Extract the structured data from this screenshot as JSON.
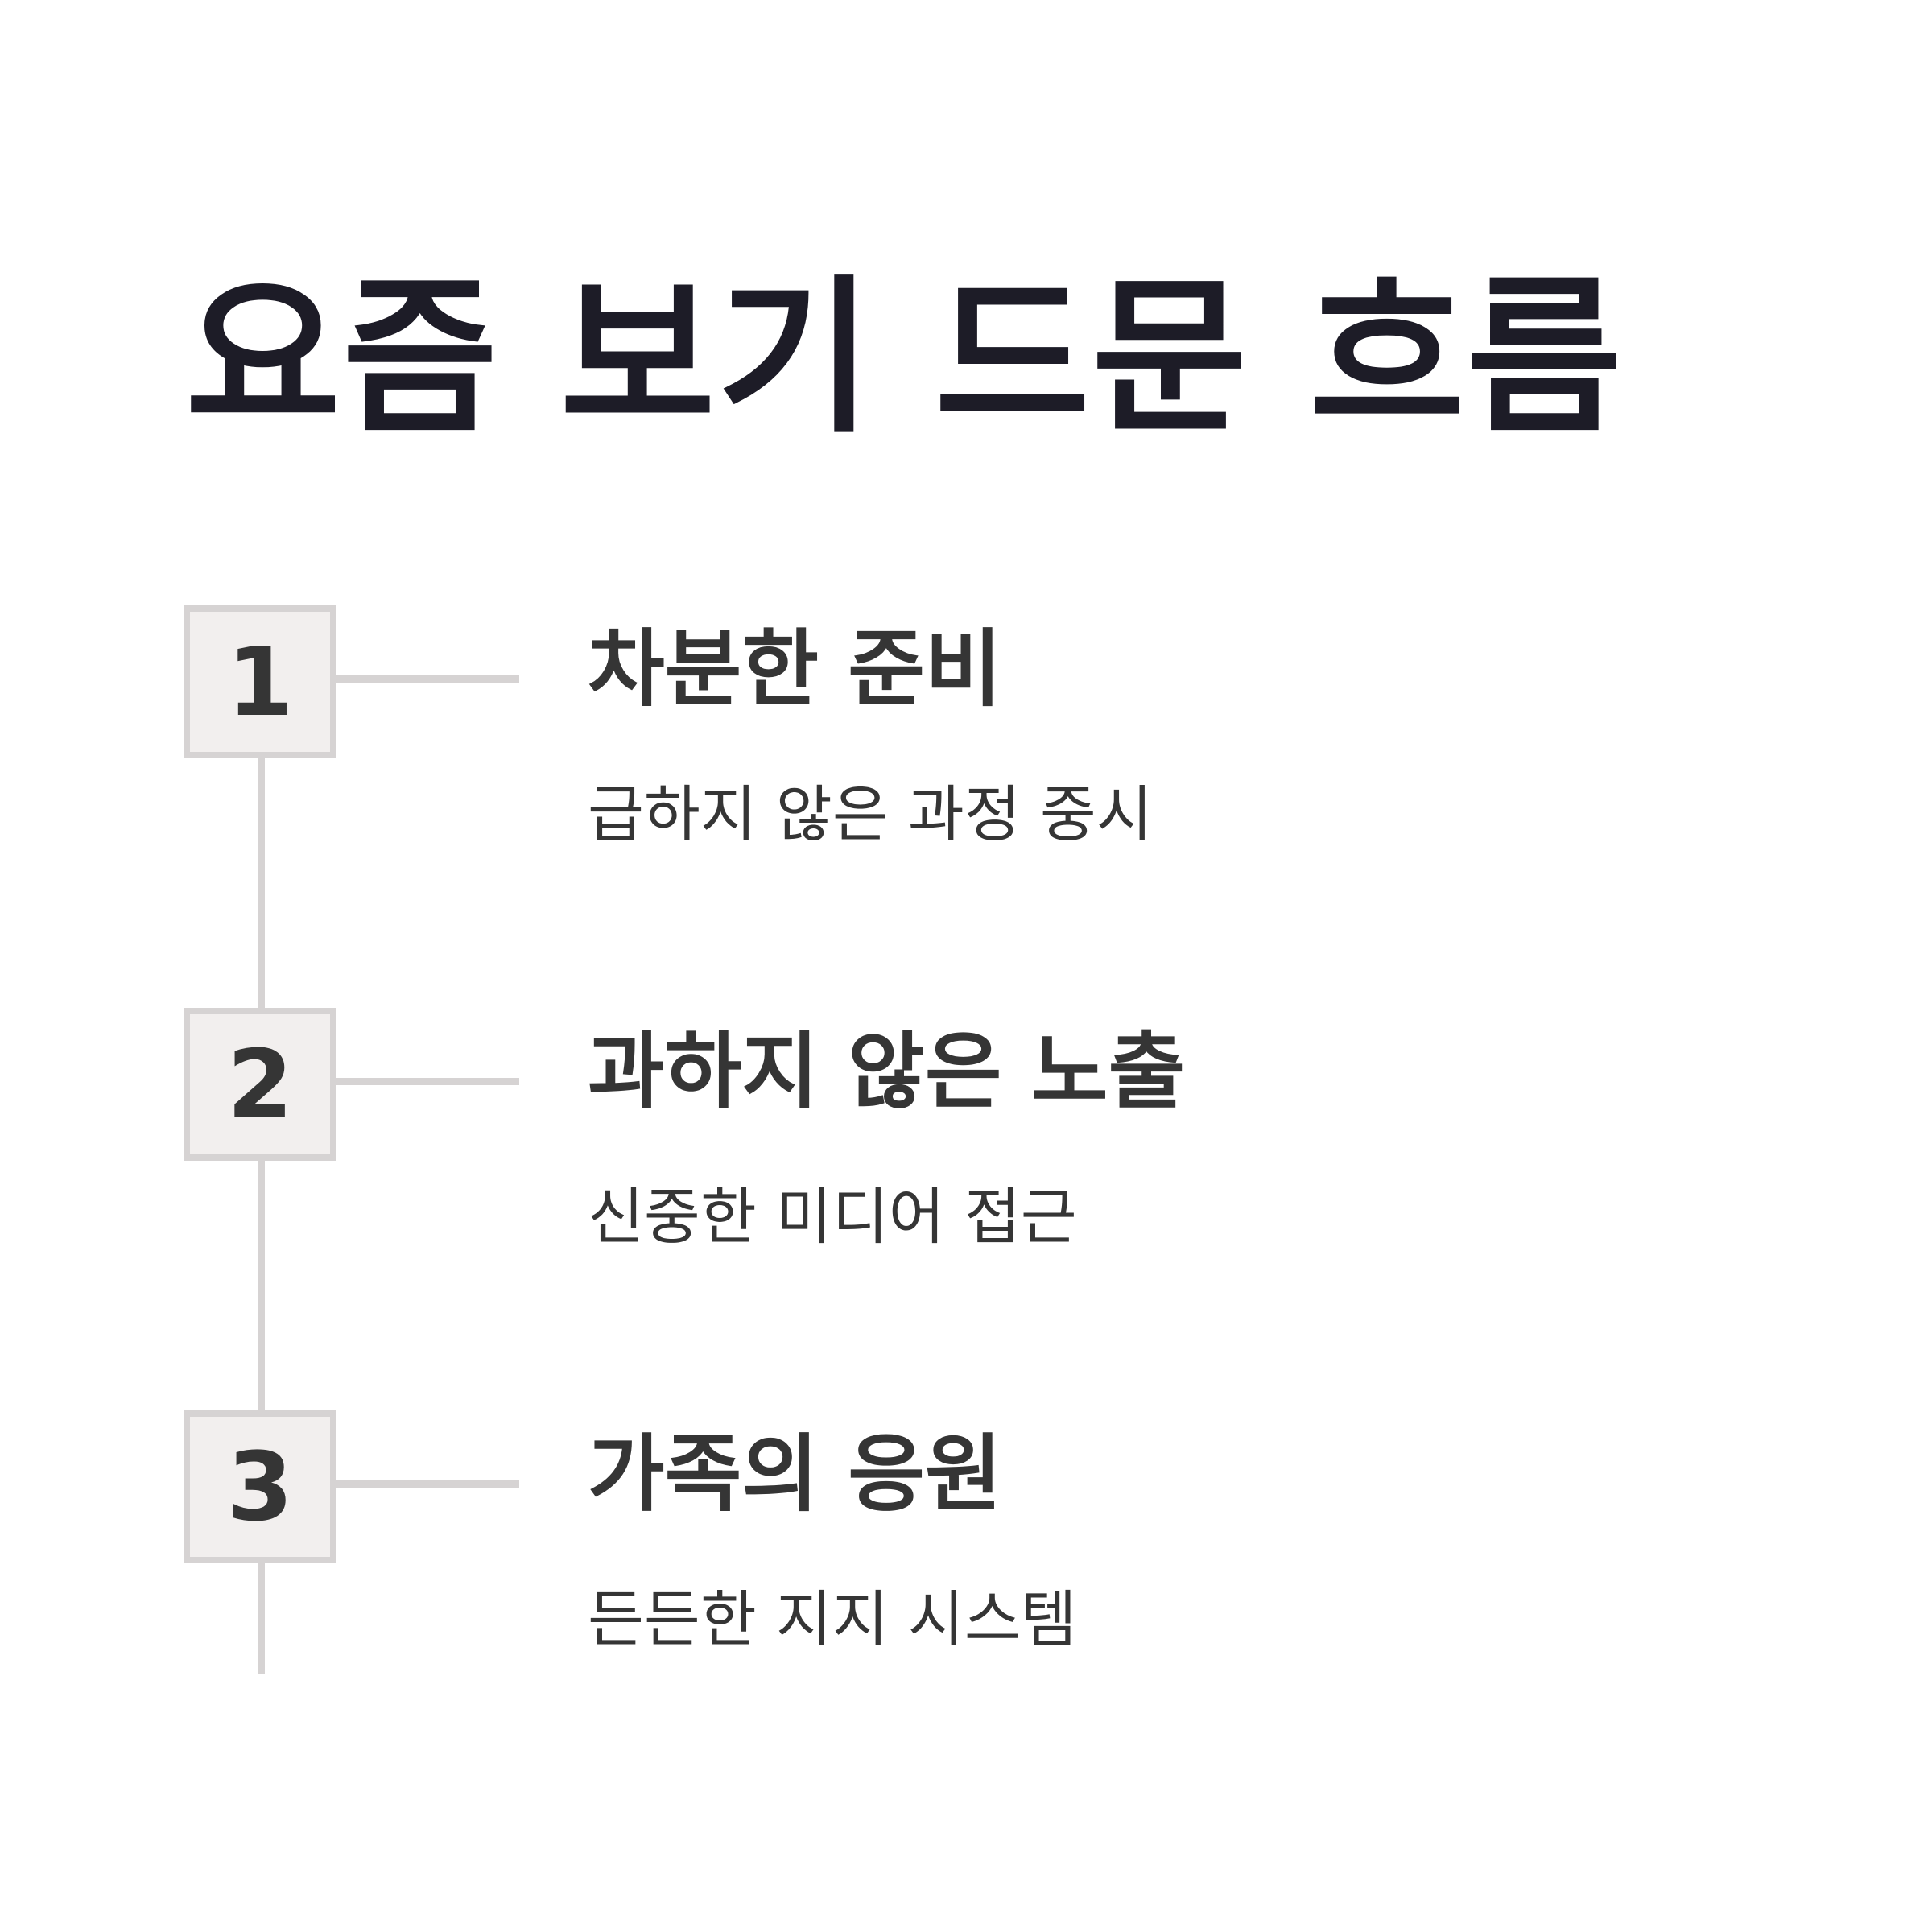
{
  "title": "요즘 보기 드문 흐름",
  "colors": {
    "title": "#1d1c27",
    "text": "#353535",
    "line": "#d6d3d3",
    "box_fill": "#f2efee",
    "background": "#ffffff"
  },
  "steps": [
    {
      "number": "1",
      "title": "차분한 준비",
      "description": "급하지 않은 과정 중시"
    },
    {
      "number": "2",
      "title": "과하지 않은 노출",
      "description": "신중한 미디어 접근"
    },
    {
      "number": "3",
      "title": "가족의 응원",
      "description": "든든한 지지 시스템"
    }
  ]
}
